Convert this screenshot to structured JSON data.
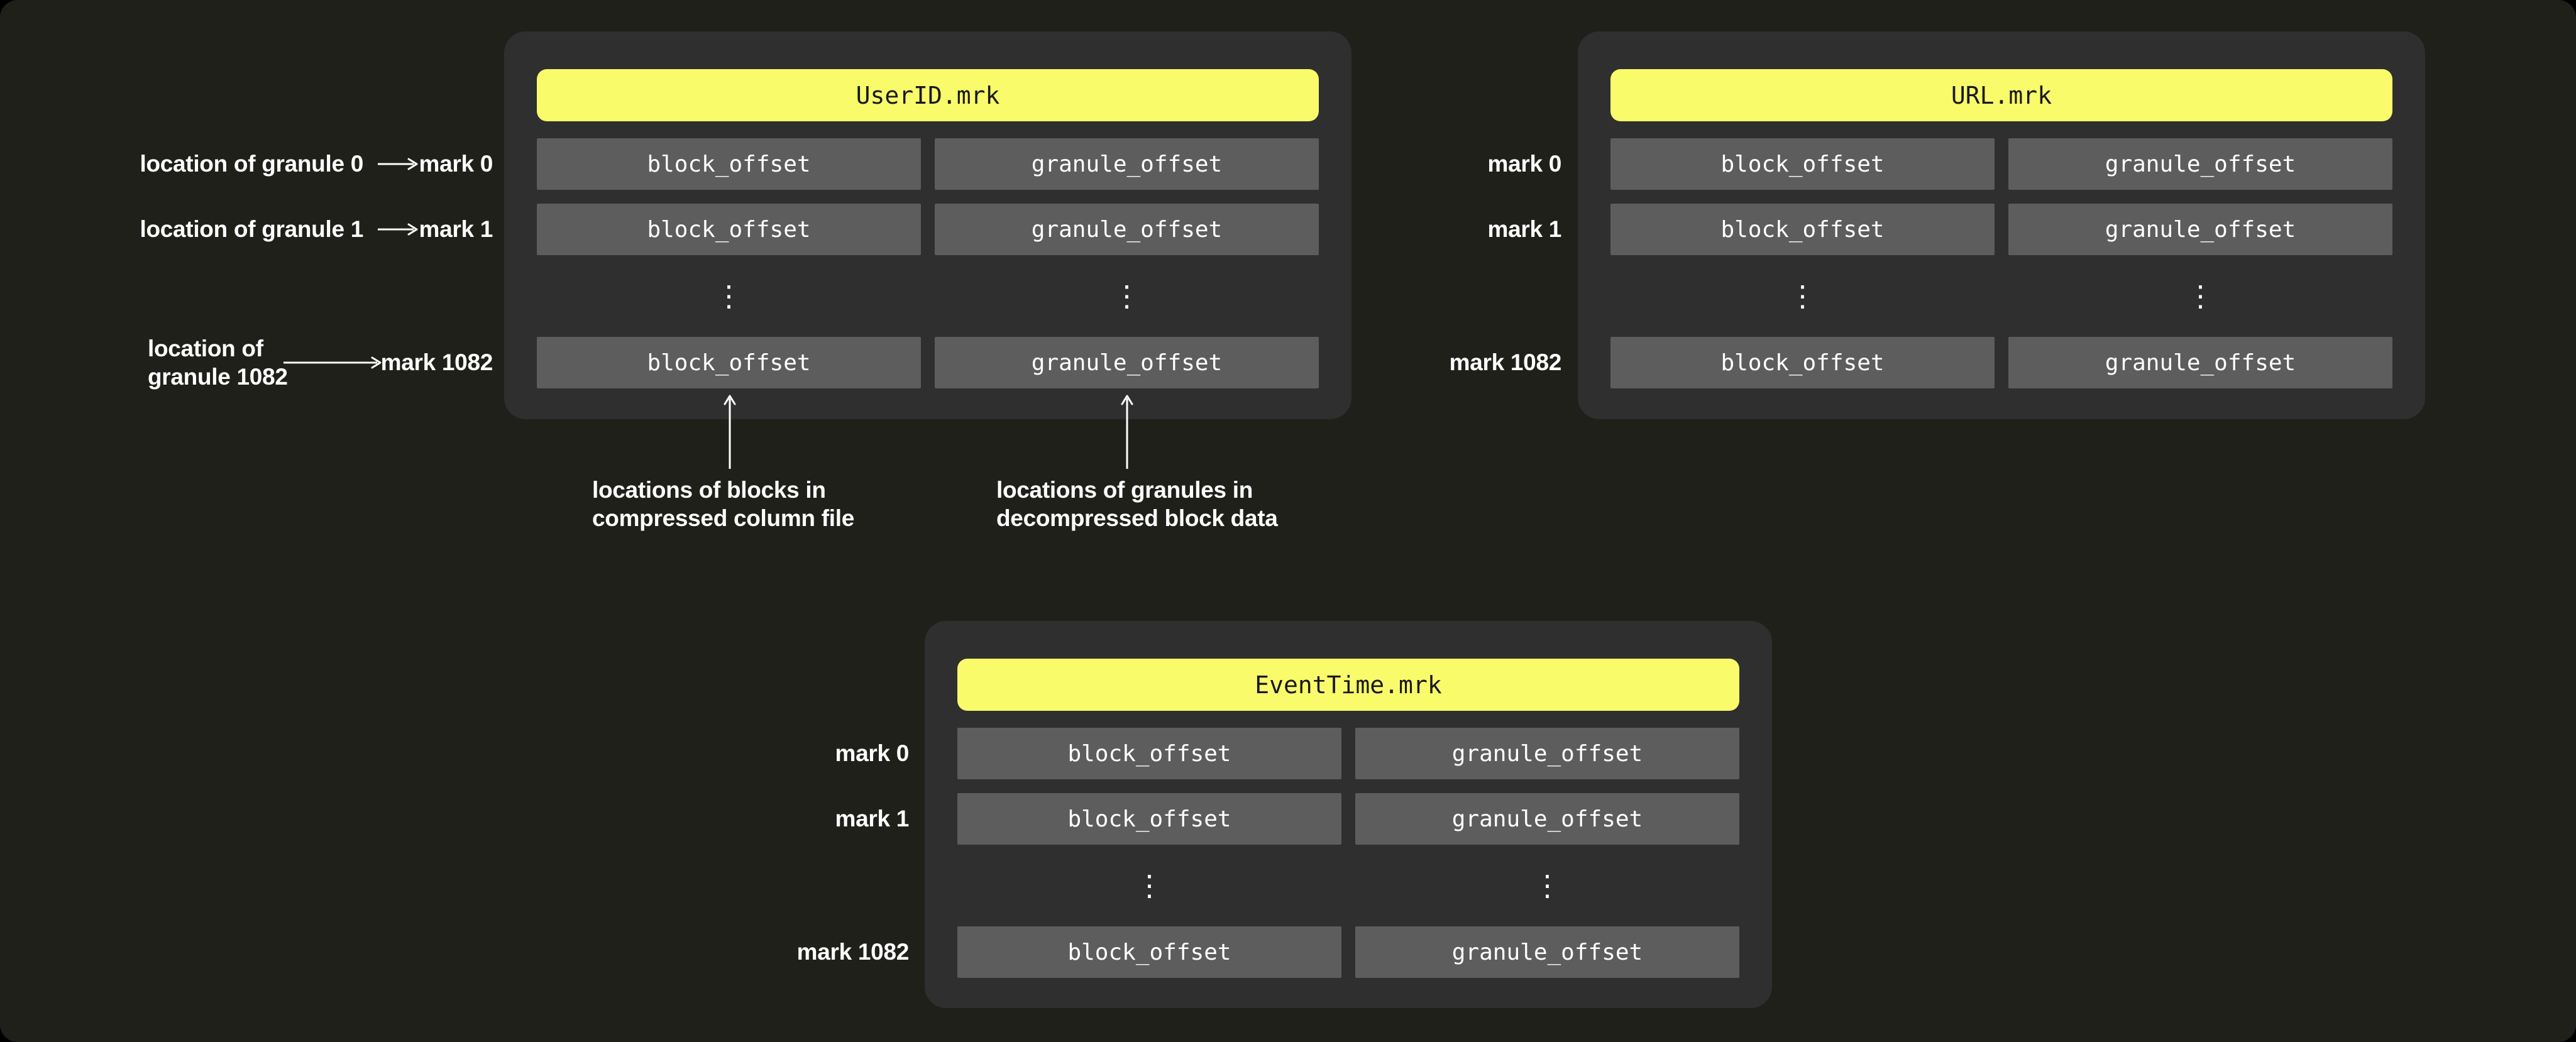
{
  "panels": [
    {
      "title": "UserID.mrk",
      "rows": [
        [
          "block_offset",
          "granule_offset"
        ],
        [
          "block_offset",
          "granule_offset"
        ],
        [
          "block_offset",
          "granule_offset"
        ]
      ],
      "ellipsis": "⋮"
    },
    {
      "title": "URL.mrk",
      "rows": [
        [
          "block_offset",
          "granule_offset"
        ],
        [
          "block_offset",
          "granule_offset"
        ],
        [
          "block_offset",
          "granule_offset"
        ]
      ],
      "ellipsis": "⋮"
    },
    {
      "title": "EventTime.mrk",
      "rows": [
        [
          "block_offset",
          "granule_offset"
        ],
        [
          "block_offset",
          "granule_offset"
        ],
        [
          "block_offset",
          "granule_offset"
        ]
      ],
      "ellipsis": "⋮"
    }
  ],
  "marks": {
    "userid": [
      "mark 0",
      "mark 1",
      "mark 1082"
    ],
    "url": [
      "mark 0",
      "mark 1",
      "mark 1082"
    ],
    "eventtime": [
      "mark 0",
      "mark 1",
      "mark 1082"
    ]
  },
  "location_labels": {
    "granule0": "location of granule 0",
    "granule1": "location of granule 1",
    "granule1082_line1": "location of",
    "granule1082_line2": "granule 1082"
  },
  "notes": {
    "blocks_line1": "locations of blocks in",
    "blocks_line2": "compressed column file",
    "granules_line1": "locations of granules in",
    "granules_line2": "decompressed block data"
  },
  "colors": {
    "page_background": "#1f201a",
    "panel_background": "#2f2f2f",
    "cell_background": "#5d5d5d",
    "accent_yellow": "#f9fb6b",
    "text_light": "#ffffff",
    "text_dark": "#191919"
  }
}
